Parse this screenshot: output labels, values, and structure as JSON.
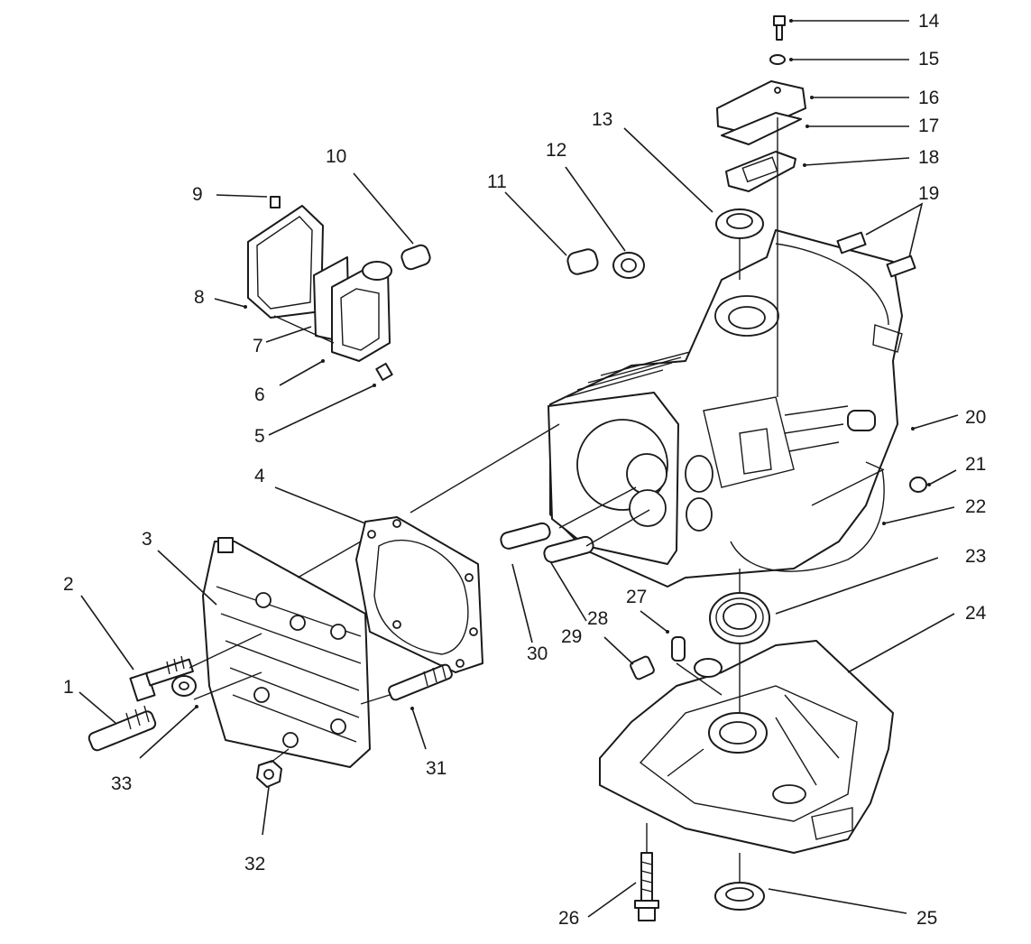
{
  "figure": {
    "callouts": [
      {
        "label": "1"
      },
      {
        "label": "2"
      },
      {
        "label": "3"
      },
      {
        "label": "4"
      },
      {
        "label": "5"
      },
      {
        "label": "6"
      },
      {
        "label": "7"
      },
      {
        "label": "8"
      },
      {
        "label": "9"
      },
      {
        "label": "10"
      },
      {
        "label": "11"
      },
      {
        "label": "12"
      },
      {
        "label": "13"
      },
      {
        "label": "14"
      },
      {
        "label": "15"
      },
      {
        "label": "16"
      },
      {
        "label": "17"
      },
      {
        "label": "18"
      },
      {
        "label": "19"
      },
      {
        "label": "20"
      },
      {
        "label": "21"
      },
      {
        "label": "22"
      },
      {
        "label": "23"
      },
      {
        "label": "24"
      },
      {
        "label": "25"
      },
      {
        "label": "26"
      },
      {
        "label": "27"
      },
      {
        "label": "28"
      },
      {
        "label": "29"
      },
      {
        "label": "30"
      },
      {
        "label": "31"
      },
      {
        "label": "32"
      },
      {
        "label": "33"
      }
    ]
  }
}
